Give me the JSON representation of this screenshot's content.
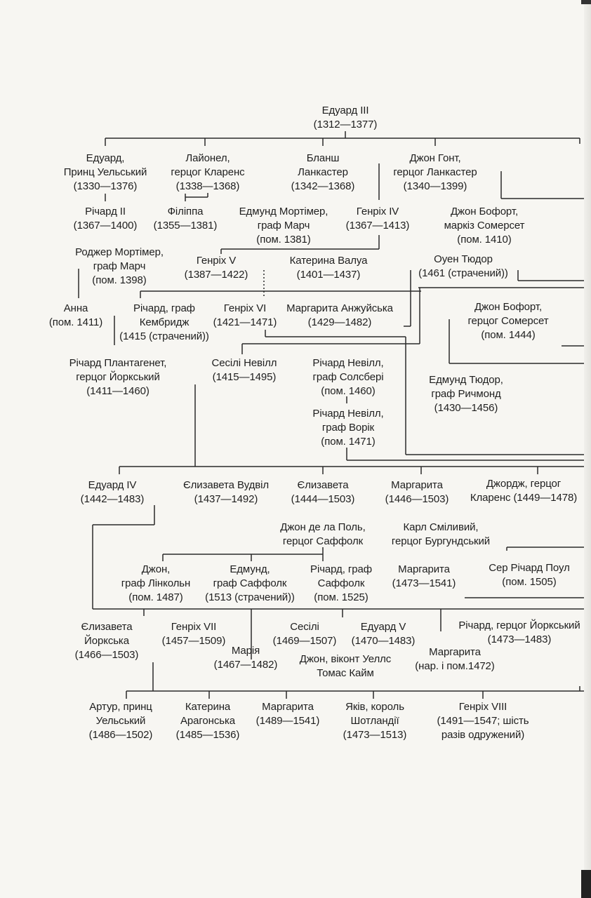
{
  "nodes": {
    "edward3": [
      "Едуард III",
      "(1312—1377)"
    ],
    "edward_bp": [
      "Едуард,",
      "Принц Уельський",
      "(1330—1376)"
    ],
    "lionel": [
      "Лайонел,",
      "герцог Кларенс",
      "(1338—1368)"
    ],
    "blanche": [
      "Бланш",
      "Ланкастер",
      "(1342—1368)"
    ],
    "gaunt": [
      "Джон Гонт,",
      "герцог Ланкастер",
      "(1340—1399)"
    ],
    "richard2": [
      "Річард II",
      "(1367—1400)"
    ],
    "philippa": [
      "Філіппа",
      "(1355—1381)"
    ],
    "edmund_mortimer": [
      "Едмунд Мортімер,",
      "граф Марч",
      "(пом. 1381)"
    ],
    "henry4": [
      "Генріх IV",
      "(1367—1413)"
    ],
    "john_beaufort1": [
      "Джон Бофорт,",
      "маркіз Сомерсет",
      "(пом. 1410)"
    ],
    "roger_mortimer": [
      "Роджер Мортімер,",
      "граф Марч",
      "(пом. 1398)"
    ],
    "henry5": [
      "Генріх V",
      "(1387—1422)"
    ],
    "catherine_valois": [
      "Катерина Валуа",
      "(1401—1437)"
    ],
    "owen_tudor": [
      "Оуен Тюдор",
      "(1461 (страчений))"
    ],
    "anne": [
      "Анна",
      "(пом. 1411)"
    ],
    "richard_cambridge": [
      "Річард, граф",
      "Кембридж",
      "(1415 (страчений))"
    ],
    "henry6": [
      "Генріх VI",
      "(1421—1471)"
    ],
    "margaret_anjou": [
      "Маргарита Анжуйська",
      "(1429—1482)"
    ],
    "john_beaufort2": [
      "Джон Бофорт,",
      "герцог Сомерсет",
      "(пом. 1444)"
    ],
    "richard_plantagenet": [
      "Річард Плантагенет,",
      "герцог Йоркський",
      "(1411—1460)"
    ],
    "cecily_neville": [
      "Сесілі Невілл",
      "(1415—1495)"
    ],
    "richard_neville_s": [
      "Річард Невілл,",
      "граф Солсбері",
      "(пом. 1460)"
    ],
    "richard_neville_w": [
      "Річард Невілл,",
      "граф Ворік",
      "(пом. 1471)"
    ],
    "edmund_tudor": [
      "Едмунд Тюдор,",
      "граф Ричмонд",
      "(1430—1456)"
    ],
    "edward4": [
      "Едуард IV",
      "(1442—1483)"
    ],
    "elizabeth_woodville": [
      "Єлизавета Вудвіл",
      "(1437—1492)"
    ],
    "elizabeth_1444": [
      "Єлизавета",
      "(1444—1503)"
    ],
    "margaret_1446": [
      "Маргарита",
      "(1446—1503)"
    ],
    "george_clarence": [
      "Джордж, герцог",
      "Кларенс (1449—1478)"
    ],
    "john_pole": [
      "Джон де ла Поль,",
      "герцог Саффолк"
    ],
    "charles_bold": [
      "Карл Сміливий,",
      "герцог Бургундський"
    ],
    "john_lincoln": [
      "Джон,",
      "граф Лінкольн",
      "(пом. 1487)"
    ],
    "edmund_suffolk": [
      "Едмунд,",
      "граф Саффолк",
      "(1513 (страчений))"
    ],
    "richard_suffolk": [
      "Річард, граф",
      "Саффолк",
      "(пом. 1525)"
    ],
    "margaret_1473": [
      "Маргарита",
      "(1473—1541)"
    ],
    "richard_pole": [
      "Сер Річард Поул",
      "(пом. 1505)"
    ],
    "elizabeth_york": [
      "Єлизавета",
      "Йоркська",
      "(1466—1503)"
    ],
    "henry7": [
      "Генріх VII",
      "(1457—1509)"
    ],
    "mary": [
      "Марія",
      "(1467—1482)"
    ],
    "cecily_1469": [
      "Сесілі",
      "(1469—1507)"
    ],
    "edward5": [
      "Едуард V",
      "(1470—1483)"
    ],
    "john_welles": [
      "Джон, віконт Уеллс",
      "Томас Кайм"
    ],
    "margaret_1472": [
      "Маргарита",
      "(нар. і пом.1472)"
    ],
    "richard_york": [
      "Річард, герцог Йоркський",
      "(1473—1483)"
    ],
    "arthur": [
      "Артур, принц",
      "Уельський",
      "(1486—1502)"
    ],
    "catherine_aragon": [
      "Катерина",
      "Арагонська",
      "(1485—1536)"
    ],
    "margaret_1489": [
      "Маргарита",
      "(1489—1541)"
    ],
    "james_scotland": [
      "Яків, король",
      "Шотландії",
      "(1473—1513)"
    ],
    "henry8": [
      "Генріх VIII",
      "(1491—1547; шість",
      "разів одружений)"
    ]
  }
}
